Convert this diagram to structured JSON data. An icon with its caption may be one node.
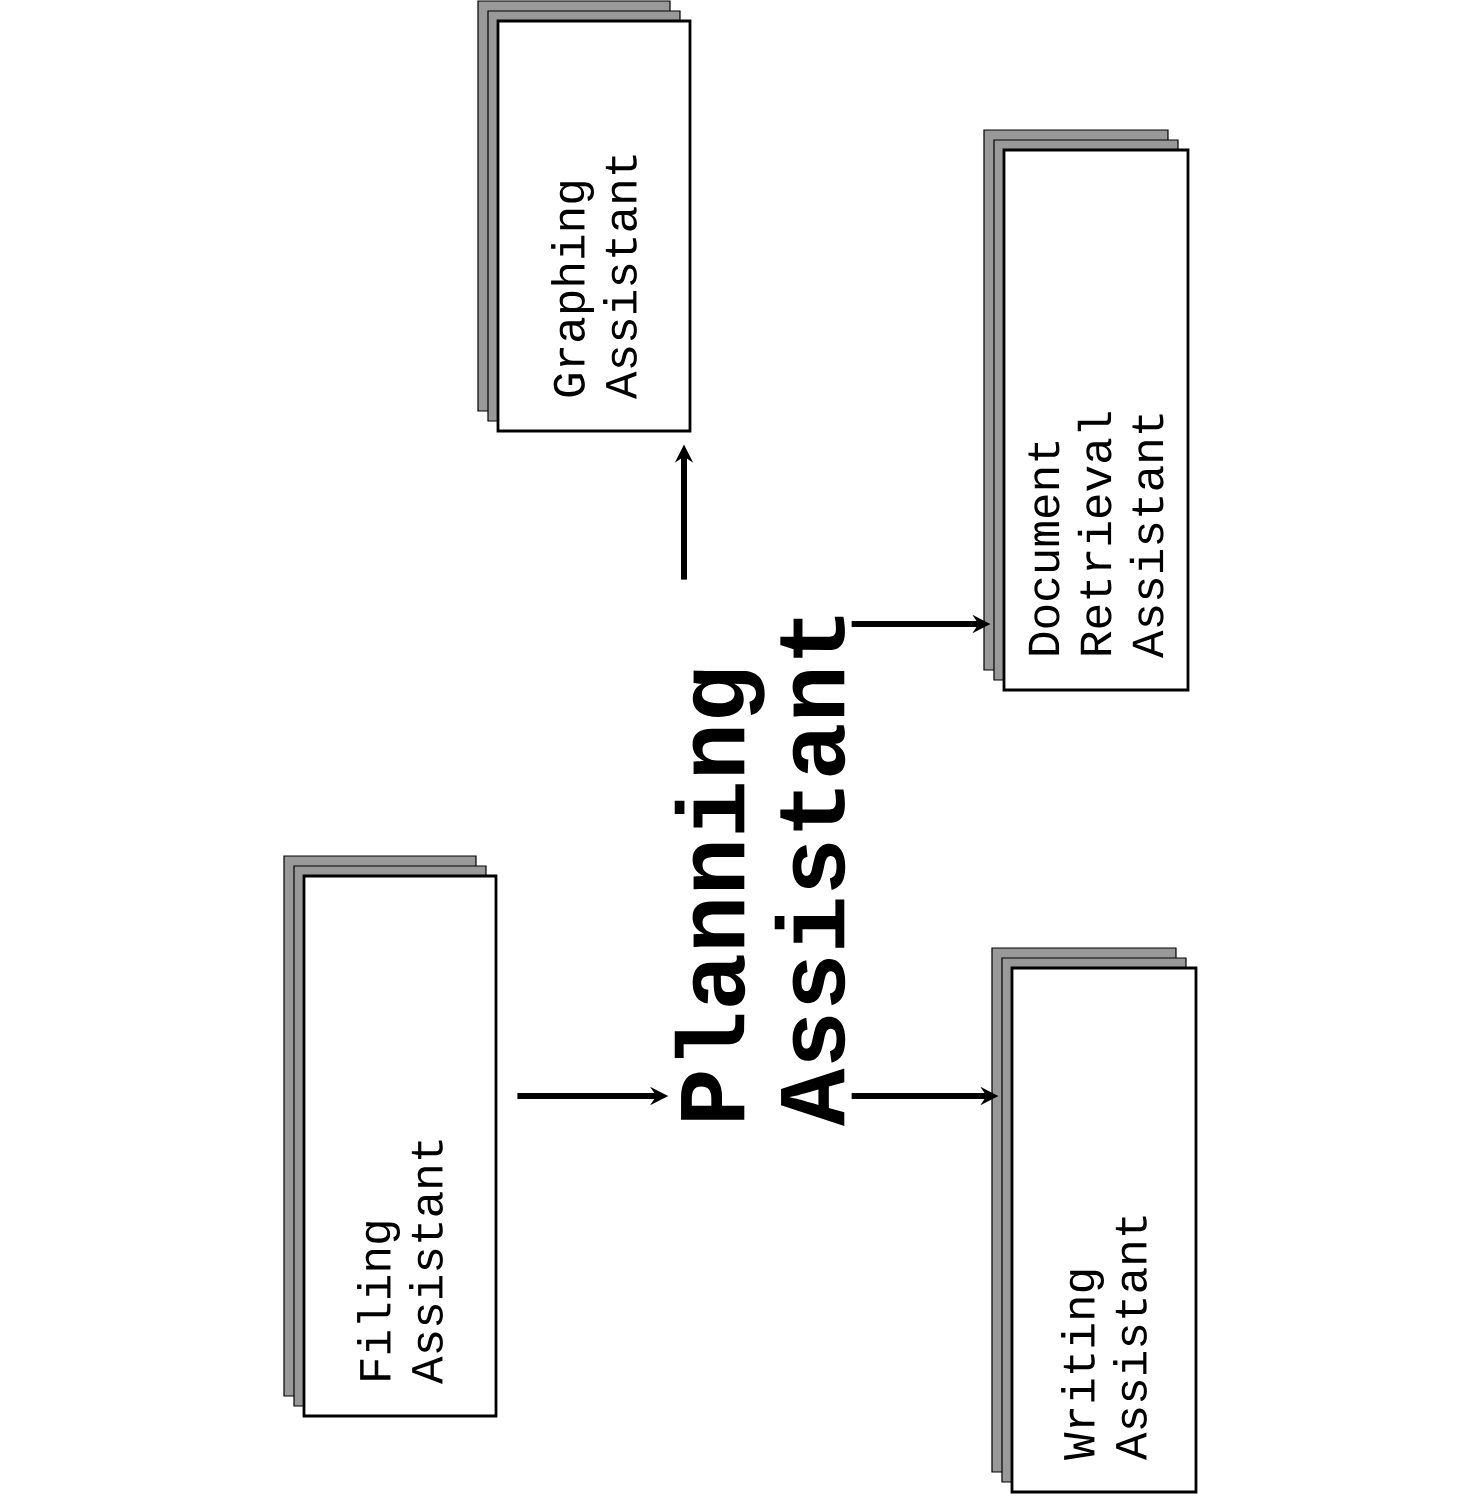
{
  "diagram": {
    "nodes": [
      {
        "text": [
          "Filing Assistant"
        ]
      },
      {
        "text": [
          "Graphing Assistant"
        ]
      },
      {
        "text": [
          "Planning Assistant"
        ]
      },
      {
        "text": [
          "Document Retrieval Assistant"
        ]
      },
      {
        "text": [
          "Writing Assistant"
        ]
      }
    ],
    "edges": [
      {
        "from": 0,
        "to": 2,
        "arrow": "to"
      },
      {
        "from": 2,
        "to": 1,
        "arrow": "to"
      },
      {
        "from": 2,
        "to": 3,
        "arrow": "to"
      },
      {
        "from": 2,
        "to": 4,
        "arrow": "to"
      }
    ]
  }
}
